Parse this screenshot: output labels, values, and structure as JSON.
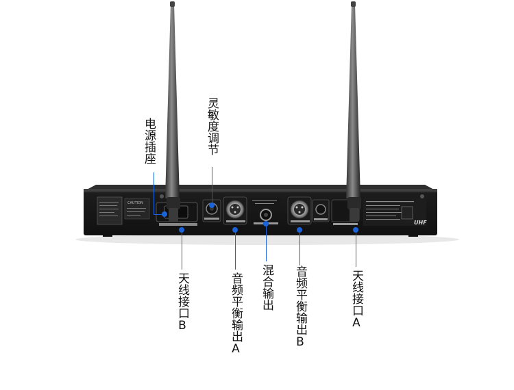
{
  "colors": {
    "leader": "#1a63d8",
    "panel": "#1b1b1b",
    "text": "#111111"
  },
  "labels": {
    "power": "电源插座",
    "sensitivity": "灵敏度调节",
    "antenna_b": "天线接口B",
    "balanced_a": "音频平衡输出A",
    "mix_out": "混合输出",
    "balanced_b": "音频平衡输出B",
    "antenna_a": "天线接口A"
  },
  "panel_text": {
    "caution": "CAUTION",
    "uhf": "UHF"
  }
}
